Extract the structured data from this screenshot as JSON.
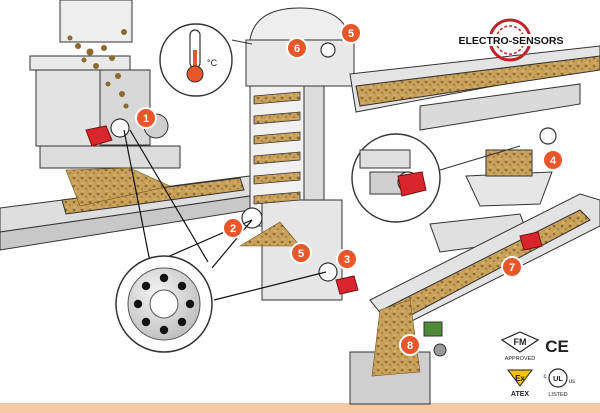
{
  "brand": {
    "name": "ELECTRO-SENSORS"
  },
  "thermometer": {
    "unit": "°C"
  },
  "markers": [
    {
      "label": "1"
    },
    {
      "label": "2"
    },
    {
      "label": "3"
    },
    {
      "label": "4"
    },
    {
      "label": "5"
    },
    {
      "label": "5"
    },
    {
      "label": "6"
    },
    {
      "label": "7"
    },
    {
      "label": "8"
    }
  ],
  "certifications": {
    "fm": "FM",
    "fm_sub": "APPROVED",
    "ce": "CE",
    "ex": "Ex",
    "atex": "ATEX",
    "ul": "UL",
    "ul_c": "c",
    "ul_us": "us",
    "ul_listed": "LISTED"
  },
  "colors": {
    "marker_fill": "#e8562a",
    "marker_ring": "#ffffff",
    "grain": "#c9a15a",
    "grain_dark": "#8a6a2e",
    "sensor_red": "#d9262c",
    "steel": "#e6e6e6",
    "line": "#333333",
    "footer_strip": "#f6c8a4"
  }
}
